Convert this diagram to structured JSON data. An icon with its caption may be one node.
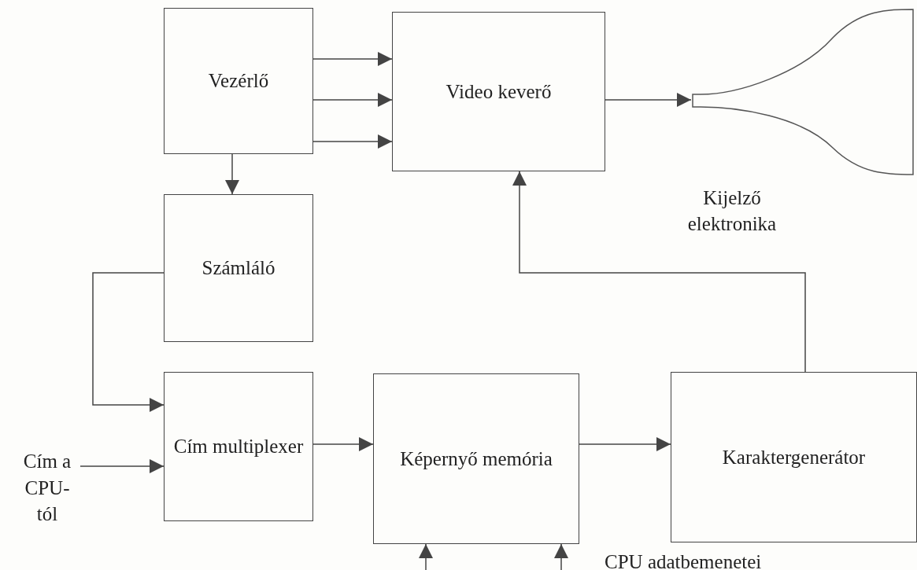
{
  "diagram": {
    "nodes": [
      {
        "text": [
          "Vezérlő"
        ]
      },
      {
        "text": [
          "Video keverő"
        ]
      },
      {
        "text": [],
        "shape": "display",
        "beside": [
          "Kijelző elektronika"
        ]
      },
      {
        "text": [
          "Számláló"
        ]
      },
      {
        "text": [
          "Cím multiplexer"
        ]
      },
      {
        "text": [
          "Képernyő memória"
        ]
      },
      {
        "text": [
          "Karaktergenerátor"
        ]
      },
      {
        "text": [
          "Cím a CPU-tól"
        ]
      }
    ],
    "edges": [
      {
        "from": 0,
        "to": 1,
        "arrow": "to"
      },
      {
        "from": 0,
        "to": 1,
        "arrow": "to"
      },
      {
        "from": 0,
        "to": 1,
        "arrow": "to"
      },
      {
        "from": 1,
        "to": 2,
        "arrow": "to"
      },
      {
        "from": 0,
        "to": 3,
        "arrow": "to"
      },
      {
        "from": 3,
        "to": 4,
        "arrow": "to"
      },
      {
        "from": 7,
        "to": 4,
        "arrow": "to"
      },
      {
        "from": 4,
        "to": 5,
        "arrow": "to"
      },
      {
        "from": 5,
        "to": 6,
        "arrow": "to"
      },
      {
        "from": 6,
        "to": 1,
        "arrow": "to"
      },
      {
        "from": null,
        "to": 5,
        "arrow": "to"
      },
      {
        "from": null,
        "to": 5,
        "arrow": "to"
      }
    ],
    "labels": [
      "CPU adatbemenetei"
    ]
  }
}
